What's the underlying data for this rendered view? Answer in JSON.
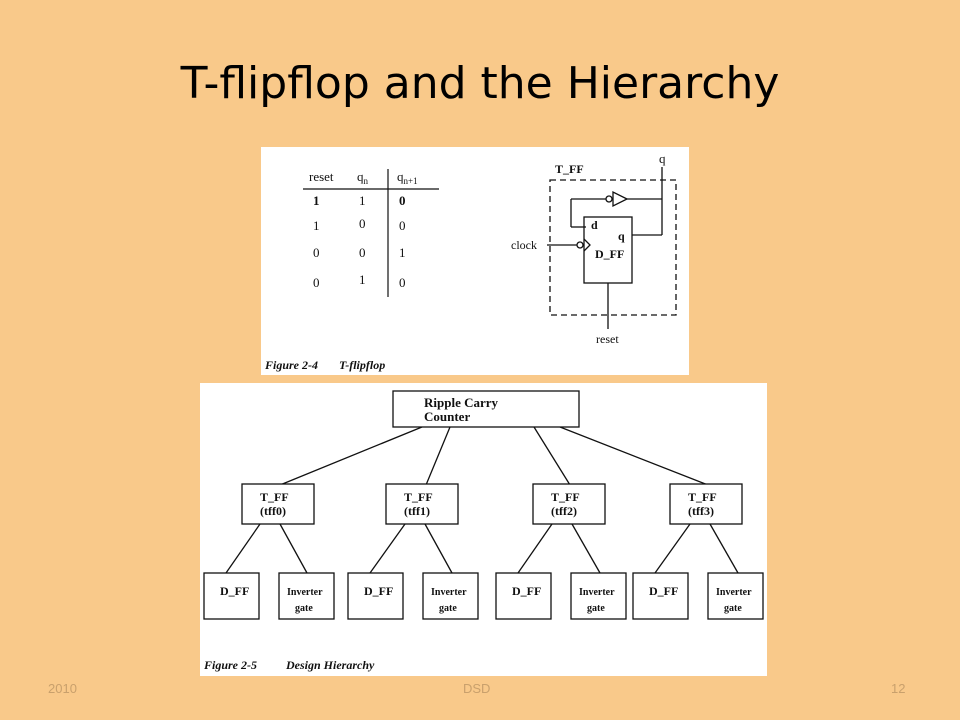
{
  "slide": {
    "title": "T-flipflop and the Hierarchy",
    "footer_left": "2010",
    "footer_center": "DSD",
    "footer_right": "12"
  },
  "figure1": {
    "caption_num": "Figure 2-4",
    "caption_text": "T-flipflop",
    "table": {
      "headers": [
        "reset",
        "q",
        "q"
      ],
      "header_subscripts": [
        "",
        "n",
        "n+1"
      ],
      "rows": [
        [
          "1",
          "1",
          "0"
        ],
        [
          "1",
          "0",
          "0"
        ],
        [
          "0",
          "0",
          "1"
        ],
        [
          "0",
          "1",
          "0"
        ]
      ]
    },
    "circuit": {
      "module_label": "T_FF",
      "output_label": "q",
      "dff_label": "D_FF",
      "d_label": "d",
      "inner_q_label": "q",
      "clock_label": "clock",
      "reset_label": "reset"
    }
  },
  "figure2": {
    "caption_num": "Figure 2-5",
    "caption_text": "Design Hierarchy",
    "root": {
      "line1": "Ripple Carry",
      "line2": "Counter"
    },
    "tffs": [
      {
        "name": "T_FF",
        "inst": "(tff0)"
      },
      {
        "name": "T_FF",
        "inst": "(tff1)"
      },
      {
        "name": "T_FF",
        "inst": "(tff2)"
      },
      {
        "name": "T_FF",
        "inst": "(tff3)"
      }
    ],
    "leaf_dff": "D_FF",
    "leaf_inv_line1": "Inverter",
    "leaf_inv_line2": "gate"
  }
}
